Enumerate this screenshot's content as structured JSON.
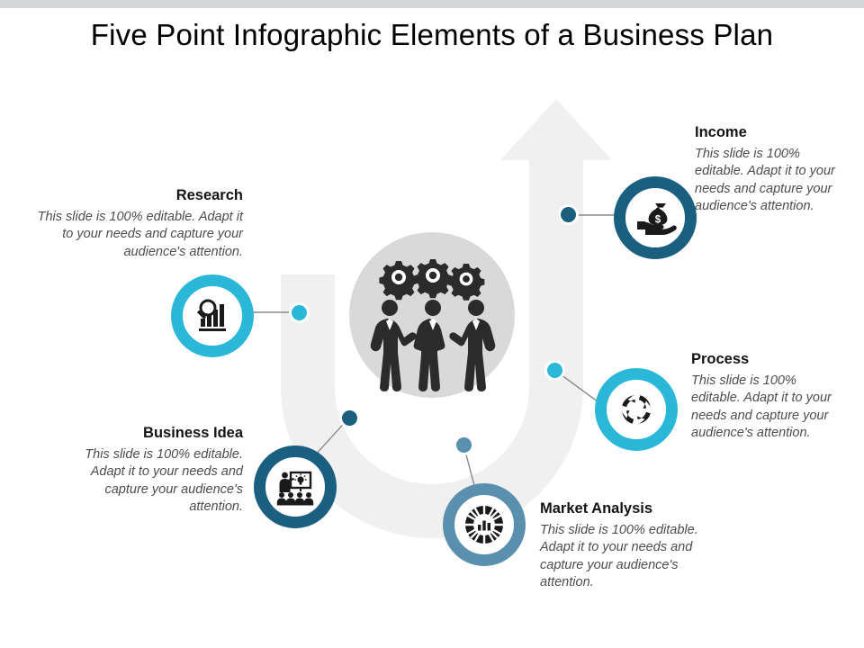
{
  "slide": {
    "title": "Five Point Infographic Elements of a Business Plan",
    "background_color": "#ffffff",
    "top_strip_color": "#d4d6d8"
  },
  "center": {
    "circle_color": "#d9d9d9",
    "arrow_color": "#f0f0f0",
    "icon_name": "three-businessmen-with-gears-icon",
    "icon_color": "#2b2b2b"
  },
  "points": [
    {
      "id": "research",
      "heading": "Research",
      "body": "This slide is 100% editable. Adapt it to your needs and capture your audience's attention.",
      "icon": "magnifier-bar-chart-icon",
      "ring_color": "#2bb8d8",
      "dot_color": "#2bb8d8",
      "align": "right"
    },
    {
      "id": "business-idea",
      "heading": "Business Idea",
      "body": "This slide is 100% editable. Adapt it to your needs and capture your audience's attention.",
      "icon": "presentation-lightbulb-audience-icon",
      "ring_color": "#1b5f80",
      "dot_color": "#1b5f80",
      "align": "right"
    },
    {
      "id": "income",
      "heading": "Income",
      "body": "This slide is 100% editable. Adapt it to your needs and capture your audience's attention.",
      "icon": "hand-holding-money-bag-icon",
      "ring_color": "#1b5f80",
      "dot_color": "#1b5f80",
      "align": "left"
    },
    {
      "id": "process",
      "heading": "Process",
      "body": "This slide is 100% editable. Adapt it to your needs and capture your audience's attention.",
      "icon": "circular-arrows-recycle-icon",
      "ring_color": "#2bb8d8",
      "dot_color": "#2bb8d8",
      "align": "left"
    },
    {
      "id": "market-analysis",
      "heading": "Market Analysis",
      "body": "This slide is 100% editable. Adapt it to your needs and capture your audience's attention.",
      "icon": "segmented-donut-bar-chart-icon",
      "ring_color": "#5b8fae",
      "dot_color": "#5b8fae",
      "align": "left"
    }
  ]
}
